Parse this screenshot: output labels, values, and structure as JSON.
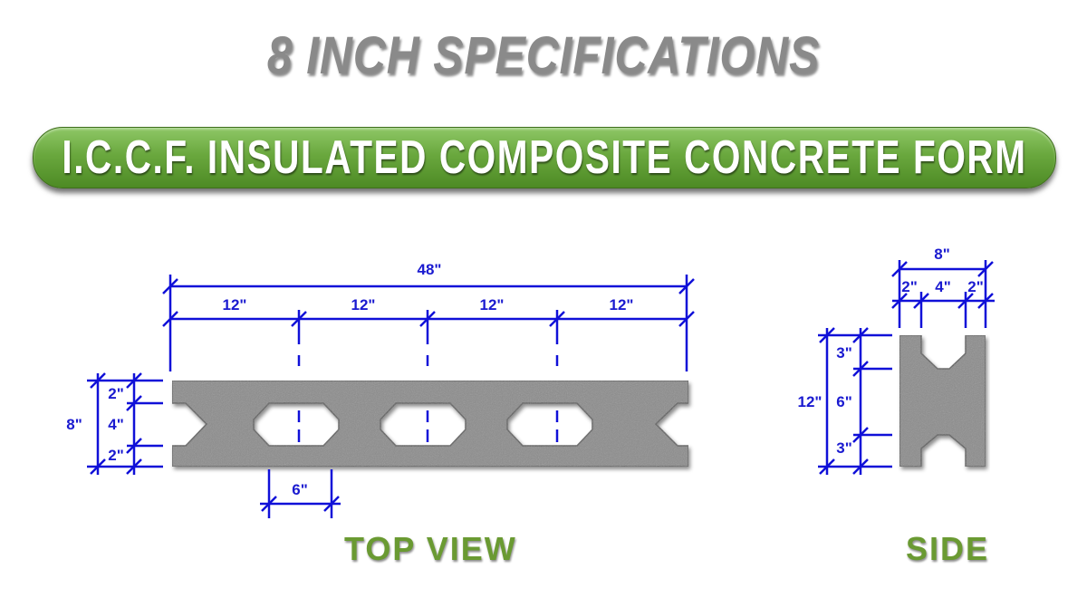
{
  "header": {
    "title": "8 INCH SPECIFICATIONS",
    "banner": "I.C.C.F. INSULATED COMPOSITE CONCRETE FORM"
  },
  "top_view": {
    "label": "TOP VIEW",
    "overall_length": "48\"",
    "segments": [
      "12\"",
      "12\"",
      "12\"",
      "12\""
    ],
    "width_total": "8\"",
    "wall_thickness_top": "2\"",
    "core": "4\"",
    "wall_thickness_bottom": "2\"",
    "opening_width": "6\""
  },
  "side_view": {
    "label": "SIDE",
    "overall_width": "8\"",
    "wall_left": "2\"",
    "core": "4\"",
    "wall_right": "2\"",
    "height_total": "12\"",
    "top_flange": "3\"",
    "web": "6\"",
    "bottom_flange": "3\""
  },
  "colors": {
    "dimension": "#1010d8",
    "concrete": "#8c8c8c",
    "banner": "#6aa83e",
    "label": "#6a9a32",
    "title": "#8a8a8a"
  }
}
